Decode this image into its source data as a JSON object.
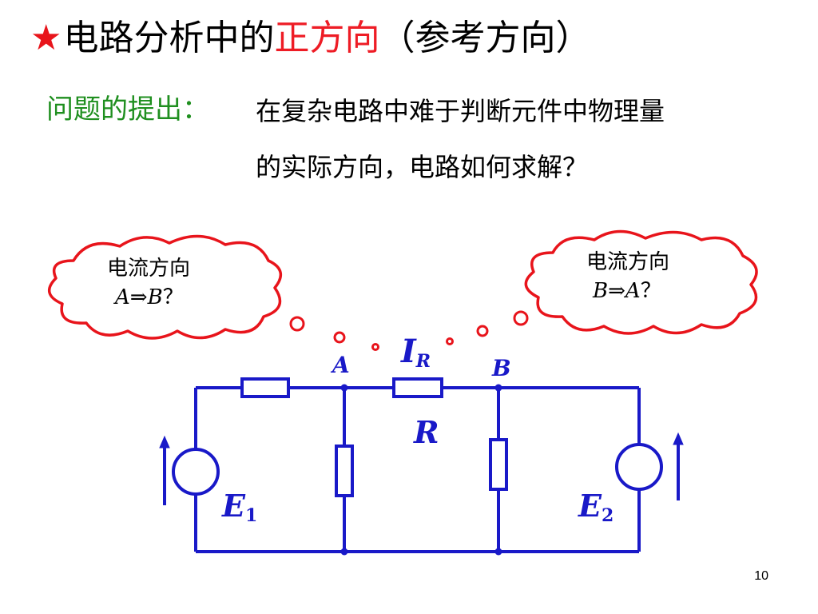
{
  "title": {
    "star": "★",
    "prefix": "电路分析中的",
    "highlight": "正方向",
    "suffix": "（参考方向）"
  },
  "question": {
    "label": "问题的提出：",
    "line1": "在复杂电路中难于判断元件中物理量",
    "line2": "的实际方向，电路如何求解？"
  },
  "bubbles": {
    "left": {
      "line1": "电流方向",
      "from": "A",
      "arrow": "⇒",
      "to": "B",
      "q": "？"
    },
    "right": {
      "line1": "电流方向",
      "from": "B",
      "arrow": "⇒",
      "to": "A",
      "q": "？"
    }
  },
  "circuit": {
    "current_symbol": "I",
    "current_subscript": "R",
    "node_a": "A",
    "node_b": "B",
    "resistor_label": "R",
    "source1": {
      "symbol": "E",
      "sub": "1"
    },
    "source2": {
      "symbol": "E",
      "sub": "2"
    }
  },
  "page_number": "10",
  "colors": {
    "circuit": "#1919c8",
    "bubble_outline": "#e8141b",
    "title_highlight": "#ee1c25",
    "question_label": "#1f8f1f"
  }
}
